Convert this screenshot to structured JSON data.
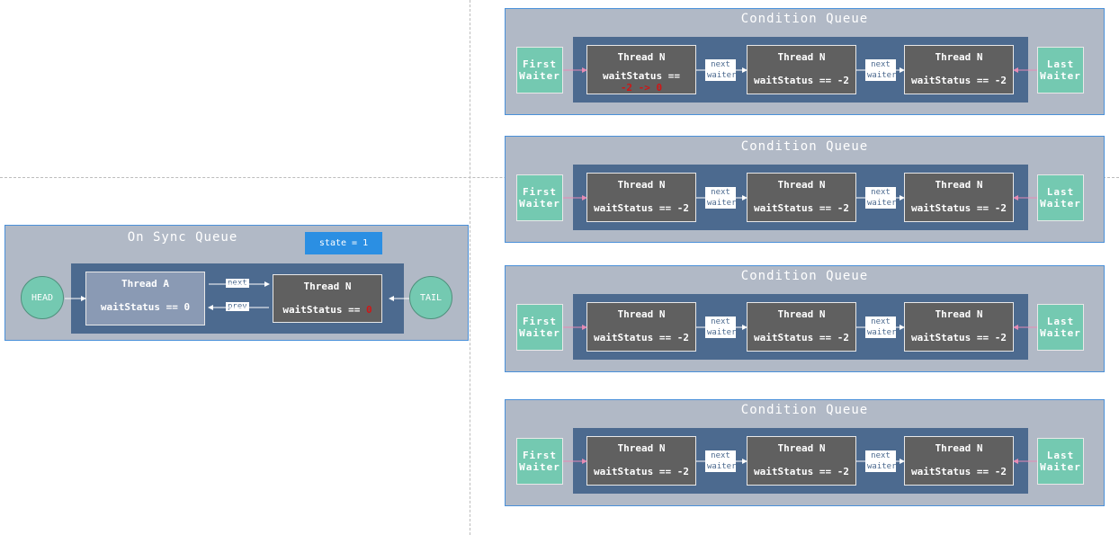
{
  "sync_queue": {
    "title": "On Sync Queue",
    "state_label": "state = 1",
    "head_label": "HEAD",
    "tail_label": "TAIL",
    "next_label": "next",
    "prev_label": "prev",
    "node_a": {
      "name": "Thread A",
      "status": "waitStatus == 0"
    },
    "node_n": {
      "name": "Thread N",
      "status_prefix": "waitStatus == ",
      "status_value": "0"
    }
  },
  "condition_queues": [
    {
      "title": "Condition Queue",
      "first_waiter": "First Waiter",
      "last_waiter": "Last Waiter",
      "link_label": "next waiter",
      "nodes": [
        {
          "name": "Thread N",
          "status_line1": "waitStatus ==",
          "status_line2": "-2 -> 0"
        },
        {
          "name": "Thread N",
          "status": "waitStatus == -2"
        },
        {
          "name": "Thread N",
          "status": "waitStatus == -2"
        }
      ]
    },
    {
      "title": "Condition Queue",
      "first_waiter": "First Waiter",
      "last_waiter": "Last Waiter",
      "link_label": "next waiter",
      "nodes": [
        {
          "name": "Thread N",
          "status": "waitStatus == -2"
        },
        {
          "name": "Thread N",
          "status": "waitStatus == -2"
        },
        {
          "name": "Thread N",
          "status": "waitStatus == -2"
        }
      ]
    },
    {
      "title": "Condition Queue",
      "first_waiter": "First Waiter",
      "last_waiter": "Last Waiter",
      "link_label": "next waiter",
      "nodes": [
        {
          "name": "Thread N",
          "status": "waitStatus == -2"
        },
        {
          "name": "Thread N",
          "status": "waitStatus == -2"
        },
        {
          "name": "Thread N",
          "status": "waitStatus == -2"
        }
      ]
    },
    {
      "title": "Condition Queue",
      "first_waiter": "First Waiter",
      "last_waiter": "Last Waiter",
      "link_label": "next waiter",
      "nodes": [
        {
          "name": "Thread N",
          "status": "waitStatus == -2"
        },
        {
          "name": "Thread N",
          "status": "waitStatus == -2"
        },
        {
          "name": "Thread N",
          "status": "waitStatus == -2"
        }
      ]
    }
  ]
}
